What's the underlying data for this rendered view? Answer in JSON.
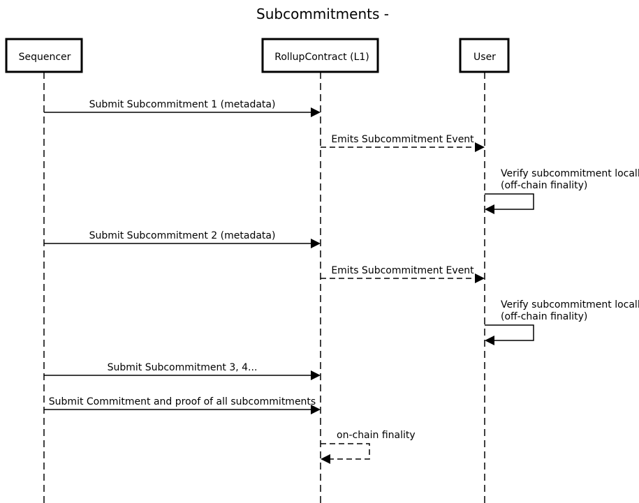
{
  "title": "Subcommitments -",
  "actors": [
    "Sequencer",
    "RollupContract (L1)",
    "User"
  ],
  "messages": [
    {
      "from": 0,
      "to": 1,
      "style": "solid",
      "lines": [
        "Submit Subcommitment 1 (metadata)"
      ]
    },
    {
      "from": 1,
      "to": 2,
      "style": "dashed",
      "lines": [
        "Emits Subcommitment Event"
      ]
    },
    {
      "from": 2,
      "to": 2,
      "style": "solid",
      "lines": [
        "Verify subcommitment locally",
        "(off-chain finality)"
      ]
    },
    {
      "from": 0,
      "to": 1,
      "style": "solid",
      "lines": [
        "Submit Subcommitment 2 (metadata)"
      ]
    },
    {
      "from": 1,
      "to": 2,
      "style": "dashed",
      "lines": [
        "Emits Subcommitment Event"
      ]
    },
    {
      "from": 2,
      "to": 2,
      "style": "solid",
      "lines": [
        "Verify subcommitment locally",
        "(off-chain finality)"
      ]
    },
    {
      "from": 0,
      "to": 1,
      "style": "solid",
      "lines": [
        "Submit Subcommitment 3, 4..."
      ]
    },
    {
      "from": 0,
      "to": 1,
      "style": "solid",
      "lines": [
        "Submit Commitment and proof of all subcommitments"
      ]
    },
    {
      "from": 1,
      "to": 1,
      "style": "dashed",
      "lines": [
        "on-chain finality"
      ]
    }
  ]
}
